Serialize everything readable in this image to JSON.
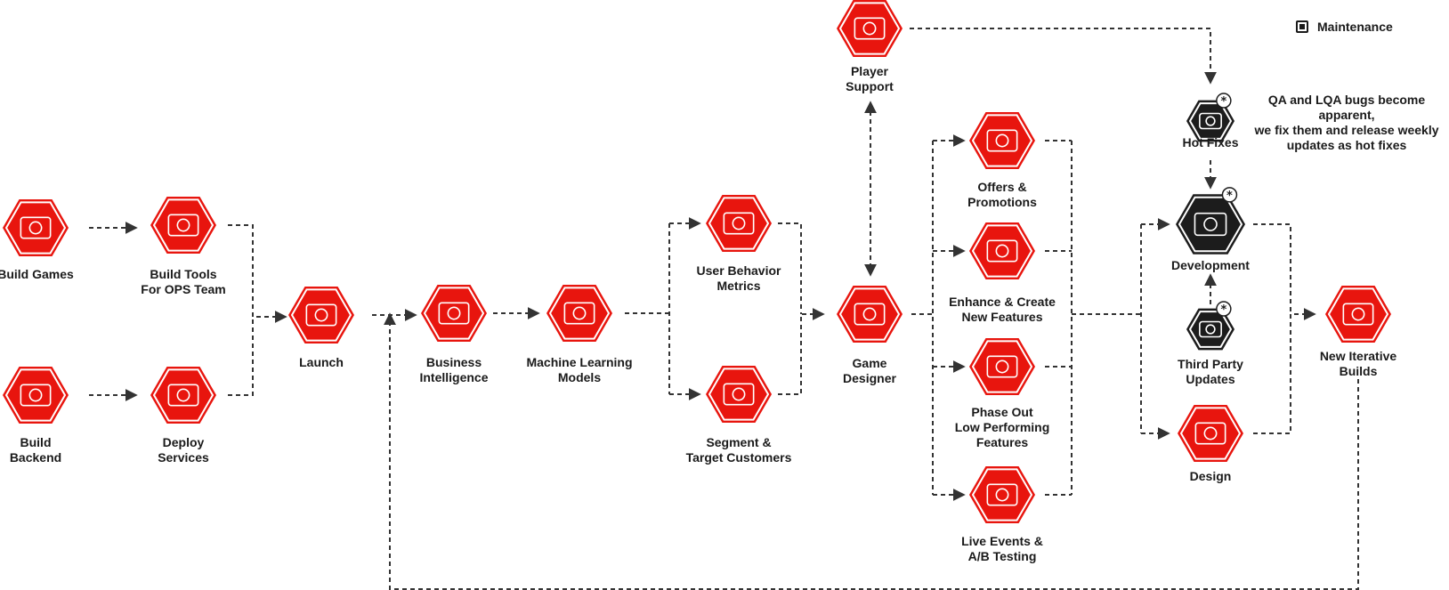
{
  "colors": {
    "accent": "#e8150e",
    "maintenance": "#1c1c1c",
    "connector": "#333333"
  },
  "legend": {
    "label": "Maintenance"
  },
  "note": {
    "lines": [
      "QA and LQA bugs become apparent,",
      "we fix them and release weekly",
      "updates as hot fixes"
    ]
  },
  "nodes": {
    "build_games": {
      "lines": [
        "Build Games"
      ],
      "icon": "game-console-icon",
      "maintenance": false
    },
    "build_backend": {
      "lines": [
        "Build",
        "Backend"
      ],
      "icon": "wireframe-icon",
      "maintenance": false
    },
    "build_tools": {
      "lines": [
        "Build Tools",
        "For OPS Team"
      ],
      "icon": "team-gears-icon",
      "maintenance": false
    },
    "deploy": {
      "lines": [
        "Deploy",
        "Services"
      ],
      "icon": "network-hub-icon",
      "maintenance": false
    },
    "launch": {
      "lines": [
        "Launch"
      ],
      "icon": "rocket-icon",
      "maintenance": false
    },
    "bi": {
      "lines": [
        "Business",
        "Intelligence"
      ],
      "icon": "brain-gear-icon",
      "maintenance": false
    },
    "ml": {
      "lines": [
        "Machine Learning",
        "Models"
      ],
      "icon": "ml-head-icon",
      "maintenance": false
    },
    "ubm": {
      "lines": [
        "User Behavior",
        "Metrics"
      ],
      "icon": "user-metrics-icon",
      "maintenance": false
    },
    "segment": {
      "lines": [
        "Segment &",
        "Target Customers"
      ],
      "icon": "target-users-icon",
      "maintenance": false
    },
    "player_support": {
      "lines": [
        "Player",
        "Support"
      ],
      "icon": "headset-icon",
      "maintenance": false
    },
    "game_designer": {
      "lines": [
        "Game",
        "Designer"
      ],
      "icon": "designer-monitor-icon",
      "maintenance": false
    },
    "offers": {
      "lines": [
        "Offers &",
        "Promotions"
      ],
      "icon": "trophy-icon",
      "maintenance": false
    },
    "enhance": {
      "lines": [
        "Enhance & Create",
        "New Features"
      ],
      "icon": "puzzle-window-icon",
      "maintenance": false
    },
    "phase_out": {
      "lines": [
        "Phase Out",
        "Low Performing",
        "Features"
      ],
      "icon": "box-arrow-down-icon",
      "maintenance": false
    },
    "live_events": {
      "lines": [
        "Live Events &",
        "A/B Testing"
      ],
      "icon": "faces-icon",
      "maintenance": false
    },
    "hot_fixes": {
      "lines": [
        "Hot Fixes"
      ],
      "icon": "bug-icon",
      "maintenance": true
    },
    "development": {
      "lines": [
        "Development"
      ],
      "icon": "code-window-icon",
      "maintenance": true
    },
    "third_party": {
      "lines": [
        "Third Party",
        "Updates"
      ],
      "icon": "settings-doc-icon",
      "maintenance": true
    },
    "design": {
      "lines": [
        "Design"
      ],
      "icon": "palette-icon",
      "maintenance": false
    },
    "new_builds": {
      "lines": [
        "New Iterative",
        "Builds"
      ],
      "icon": "building-blocks-icon",
      "maintenance": false
    }
  }
}
